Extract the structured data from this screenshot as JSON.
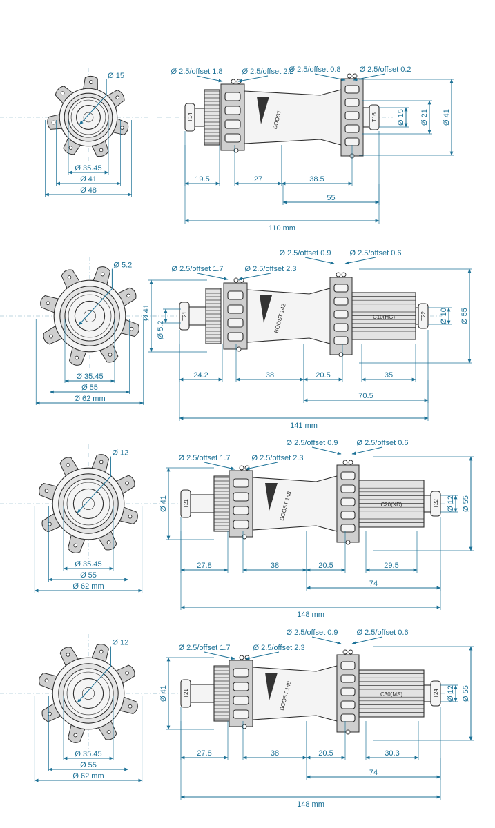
{
  "colors": {
    "dimension": "#1c7196",
    "outline": "#2d2d2d",
    "fill": "#f4f4f4",
    "centerline": "#7aa9c0"
  },
  "hubs": [
    {
      "side": {
        "spoke_holes": [
          "Ø 2.5/offset 1.8",
          "Ø 2.5/offset 2.2",
          "Ø 2.5/offset 0.8",
          "Ø 2.5/offset 0.2"
        ],
        "right_diameters": [
          "Ø 15",
          "Ø 21",
          "Ø 41"
        ],
        "left_diameters": [],
        "lengths_row1": [
          "19.5",
          "27",
          "38.5"
        ],
        "lengths_row2": [
          "55"
        ],
        "overall": "110 mm",
        "freehub": "",
        "end_cap_left": "T14",
        "end_cap_right": "T16",
        "body_text": "BOOST"
      },
      "front": {
        "axle": "Ø 15",
        "diameters": [
          "Ø 35.45",
          "Ø 41",
          "Ø 48"
        ]
      }
    },
    {
      "side": {
        "spoke_holes": [
          "Ø 2.5/offset 1.7",
          "Ø 2.5/offset 2.3",
          "Ø 2.5/offset 0.9",
          "Ø 2.5/offset 0.6"
        ],
        "right_diameters": [
          "Ø 10",
          "Ø 55"
        ],
        "left_diameters": [
          "Ø 41",
          "Ø 5.2"
        ],
        "lengths_row1": [
          "24.2",
          "38",
          "20.5",
          "35"
        ],
        "lengths_row2": [
          "70.5"
        ],
        "overall": "141 mm",
        "freehub": "C10(HG)",
        "end_cap_left": "T21",
        "end_cap_right": "T22",
        "body_text": "BOOST 142"
      },
      "front": {
        "axle": "Ø 5.2",
        "diameters": [
          "Ø 35.45",
          "Ø 55",
          "Ø 62 mm"
        ]
      }
    },
    {
      "side": {
        "spoke_holes": [
          "Ø 2.5/offset 1.7",
          "Ø 2.5/offset 2.3",
          "Ø 2.5/offset 0.9",
          "Ø 2.5/offset 0.6"
        ],
        "right_diameters": [
          "Ø 12",
          "Ø 55"
        ],
        "left_diameters": [
          "Ø 41"
        ],
        "lengths_row1": [
          "27.8",
          "38",
          "20.5",
          "29.5"
        ],
        "lengths_row2": [
          "74"
        ],
        "overall": "148 mm",
        "freehub": "C20(XD)",
        "end_cap_left": "T21",
        "end_cap_right": "T22",
        "body_text": "BOOST 148"
      },
      "front": {
        "axle": "Ø 12",
        "diameters": [
          "Ø 35.45",
          "Ø 55",
          "Ø 62 mm"
        ]
      }
    },
    {
      "side": {
        "spoke_holes": [
          "Ø 2.5/offset 1.7",
          "Ø 2.5/offset 2.3",
          "Ø 2.5/offset 0.9",
          "Ø 2.5/offset 0.6"
        ],
        "right_diameters": [
          "Ø 12",
          "Ø 55"
        ],
        "left_diameters": [
          "Ø 41"
        ],
        "lengths_row1": [
          "27.8",
          "38",
          "20.5",
          "30.3"
        ],
        "lengths_row2": [
          "74"
        ],
        "overall": "148 mm",
        "freehub": "C30(MS)",
        "end_cap_left": "T21",
        "end_cap_right": "T24",
        "body_text": "BOOST 148"
      },
      "front": {
        "axle": "Ø 12",
        "diameters": [
          "Ø 35.45",
          "Ø 55",
          "Ø 62 mm"
        ]
      }
    }
  ]
}
